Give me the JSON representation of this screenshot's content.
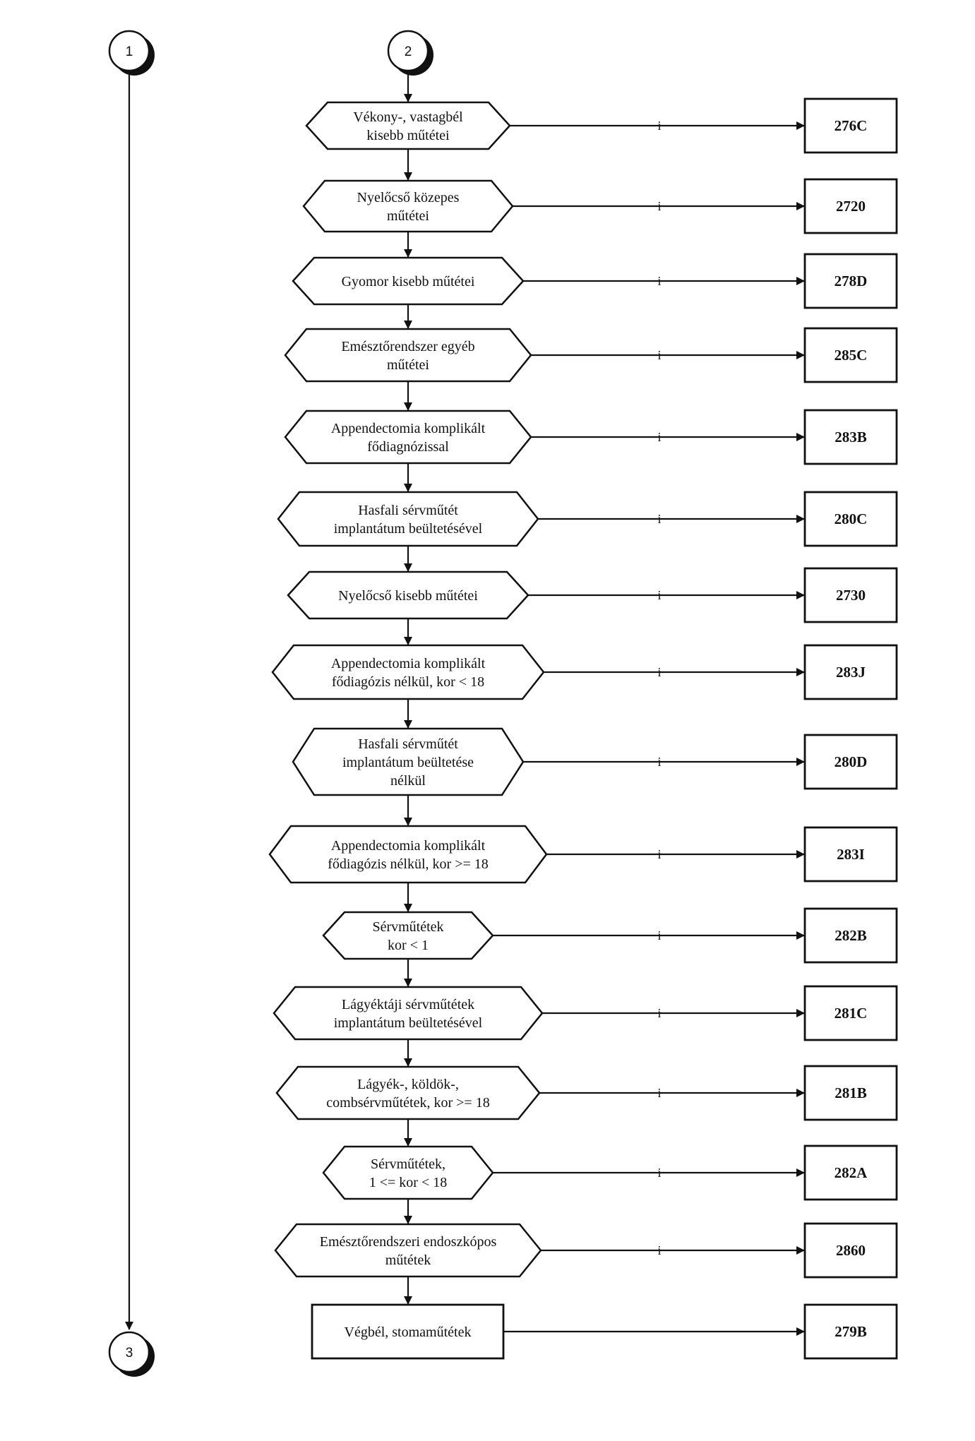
{
  "connectors": {
    "left_top": "1",
    "center_top": "2",
    "left_bottom": "3"
  },
  "branch_label": "i",
  "decisions": [
    {
      "lines": [
        "Vékony-, vastagbél",
        "kisebb műtétei"
      ],
      "code": "276C"
    },
    {
      "lines": [
        "Nyelőcső közepes",
        "műtétei"
      ],
      "code": "2720"
    },
    {
      "lines": [
        "Gyomor kisebb műtétei"
      ],
      "code": "278D"
    },
    {
      "lines": [
        "Emésztőrendszer egyéb",
        "műtétei"
      ],
      "code": "285C"
    },
    {
      "lines": [
        "Appendectomia komplikált",
        "fődiagnózissal"
      ],
      "code": "283B"
    },
    {
      "lines": [
        "Hasfali sérvműtét",
        "implantátum beültetésével"
      ],
      "code": "280C"
    },
    {
      "lines": [
        "Nyelőcső kisebb műtétei"
      ],
      "code": "2730"
    },
    {
      "lines": [
        "Appendectomia komplikált",
        "fődiagózis nélkül, kor < 18"
      ],
      "code": "283J"
    },
    {
      "lines": [
        "Hasfali sérvműtét",
        "implantátum beültetése",
        "nélkül"
      ],
      "code": "280D"
    },
    {
      "lines": [
        "Appendectomia komplikált",
        "fődiagózis nélkül, kor >= 18"
      ],
      "code": "283I"
    },
    {
      "lines": [
        "Sérvműtétek",
        "kor <  1"
      ],
      "code": "282B"
    },
    {
      "lines": [
        "Lágyéktáji sérvműtétek",
        "implantátum beültetésével"
      ],
      "code": "281C"
    },
    {
      "lines": [
        "Lágyék-, köldök-,",
        "combsérvműtétek, kor >= 18"
      ],
      "code": "281B"
    },
    {
      "lines": [
        "Sérvműtétek,",
        "1 <= kor < 18"
      ],
      "code": "282A"
    },
    {
      "lines": [
        "Emésztőrendszeri endoszkópos",
        "műtétek"
      ],
      "code": "2860"
    }
  ],
  "terminal": {
    "label": "Végbél, stomaműtétek",
    "code": "279B"
  }
}
